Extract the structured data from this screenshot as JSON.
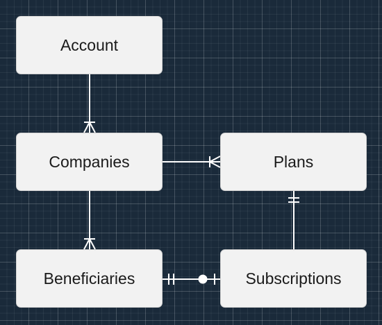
{
  "diagram": {
    "entities": [
      {
        "id": "account",
        "label": "Account"
      },
      {
        "id": "companies",
        "label": "Companies"
      },
      {
        "id": "plans",
        "label": "Plans"
      },
      {
        "id": "beneficiaries",
        "label": "Beneficiaries"
      },
      {
        "id": "subscriptions",
        "label": "Subscriptions"
      }
    ],
    "relationships": [
      {
        "from": "account",
        "to": "companies",
        "from_end": "none",
        "to_end": "one-or-many"
      },
      {
        "from": "companies",
        "to": "plans",
        "from_end": "none",
        "to_end": "one-or-many"
      },
      {
        "from": "companies",
        "to": "beneficiaries",
        "from_end": "none",
        "to_end": "one-or-many"
      },
      {
        "from": "subscriptions",
        "to": "plans",
        "from_end": "none",
        "to_end": "exactly-one"
      },
      {
        "from": "beneficiaries",
        "to": "subscriptions",
        "from_end": "exactly-one",
        "to_end": "zero-or-one"
      }
    ]
  },
  "colors": {
    "background": "#1a2a3a",
    "entity_fill": "#f2f2f2",
    "entity_text": "#1a1a1a",
    "connector": "#ffffff"
  }
}
